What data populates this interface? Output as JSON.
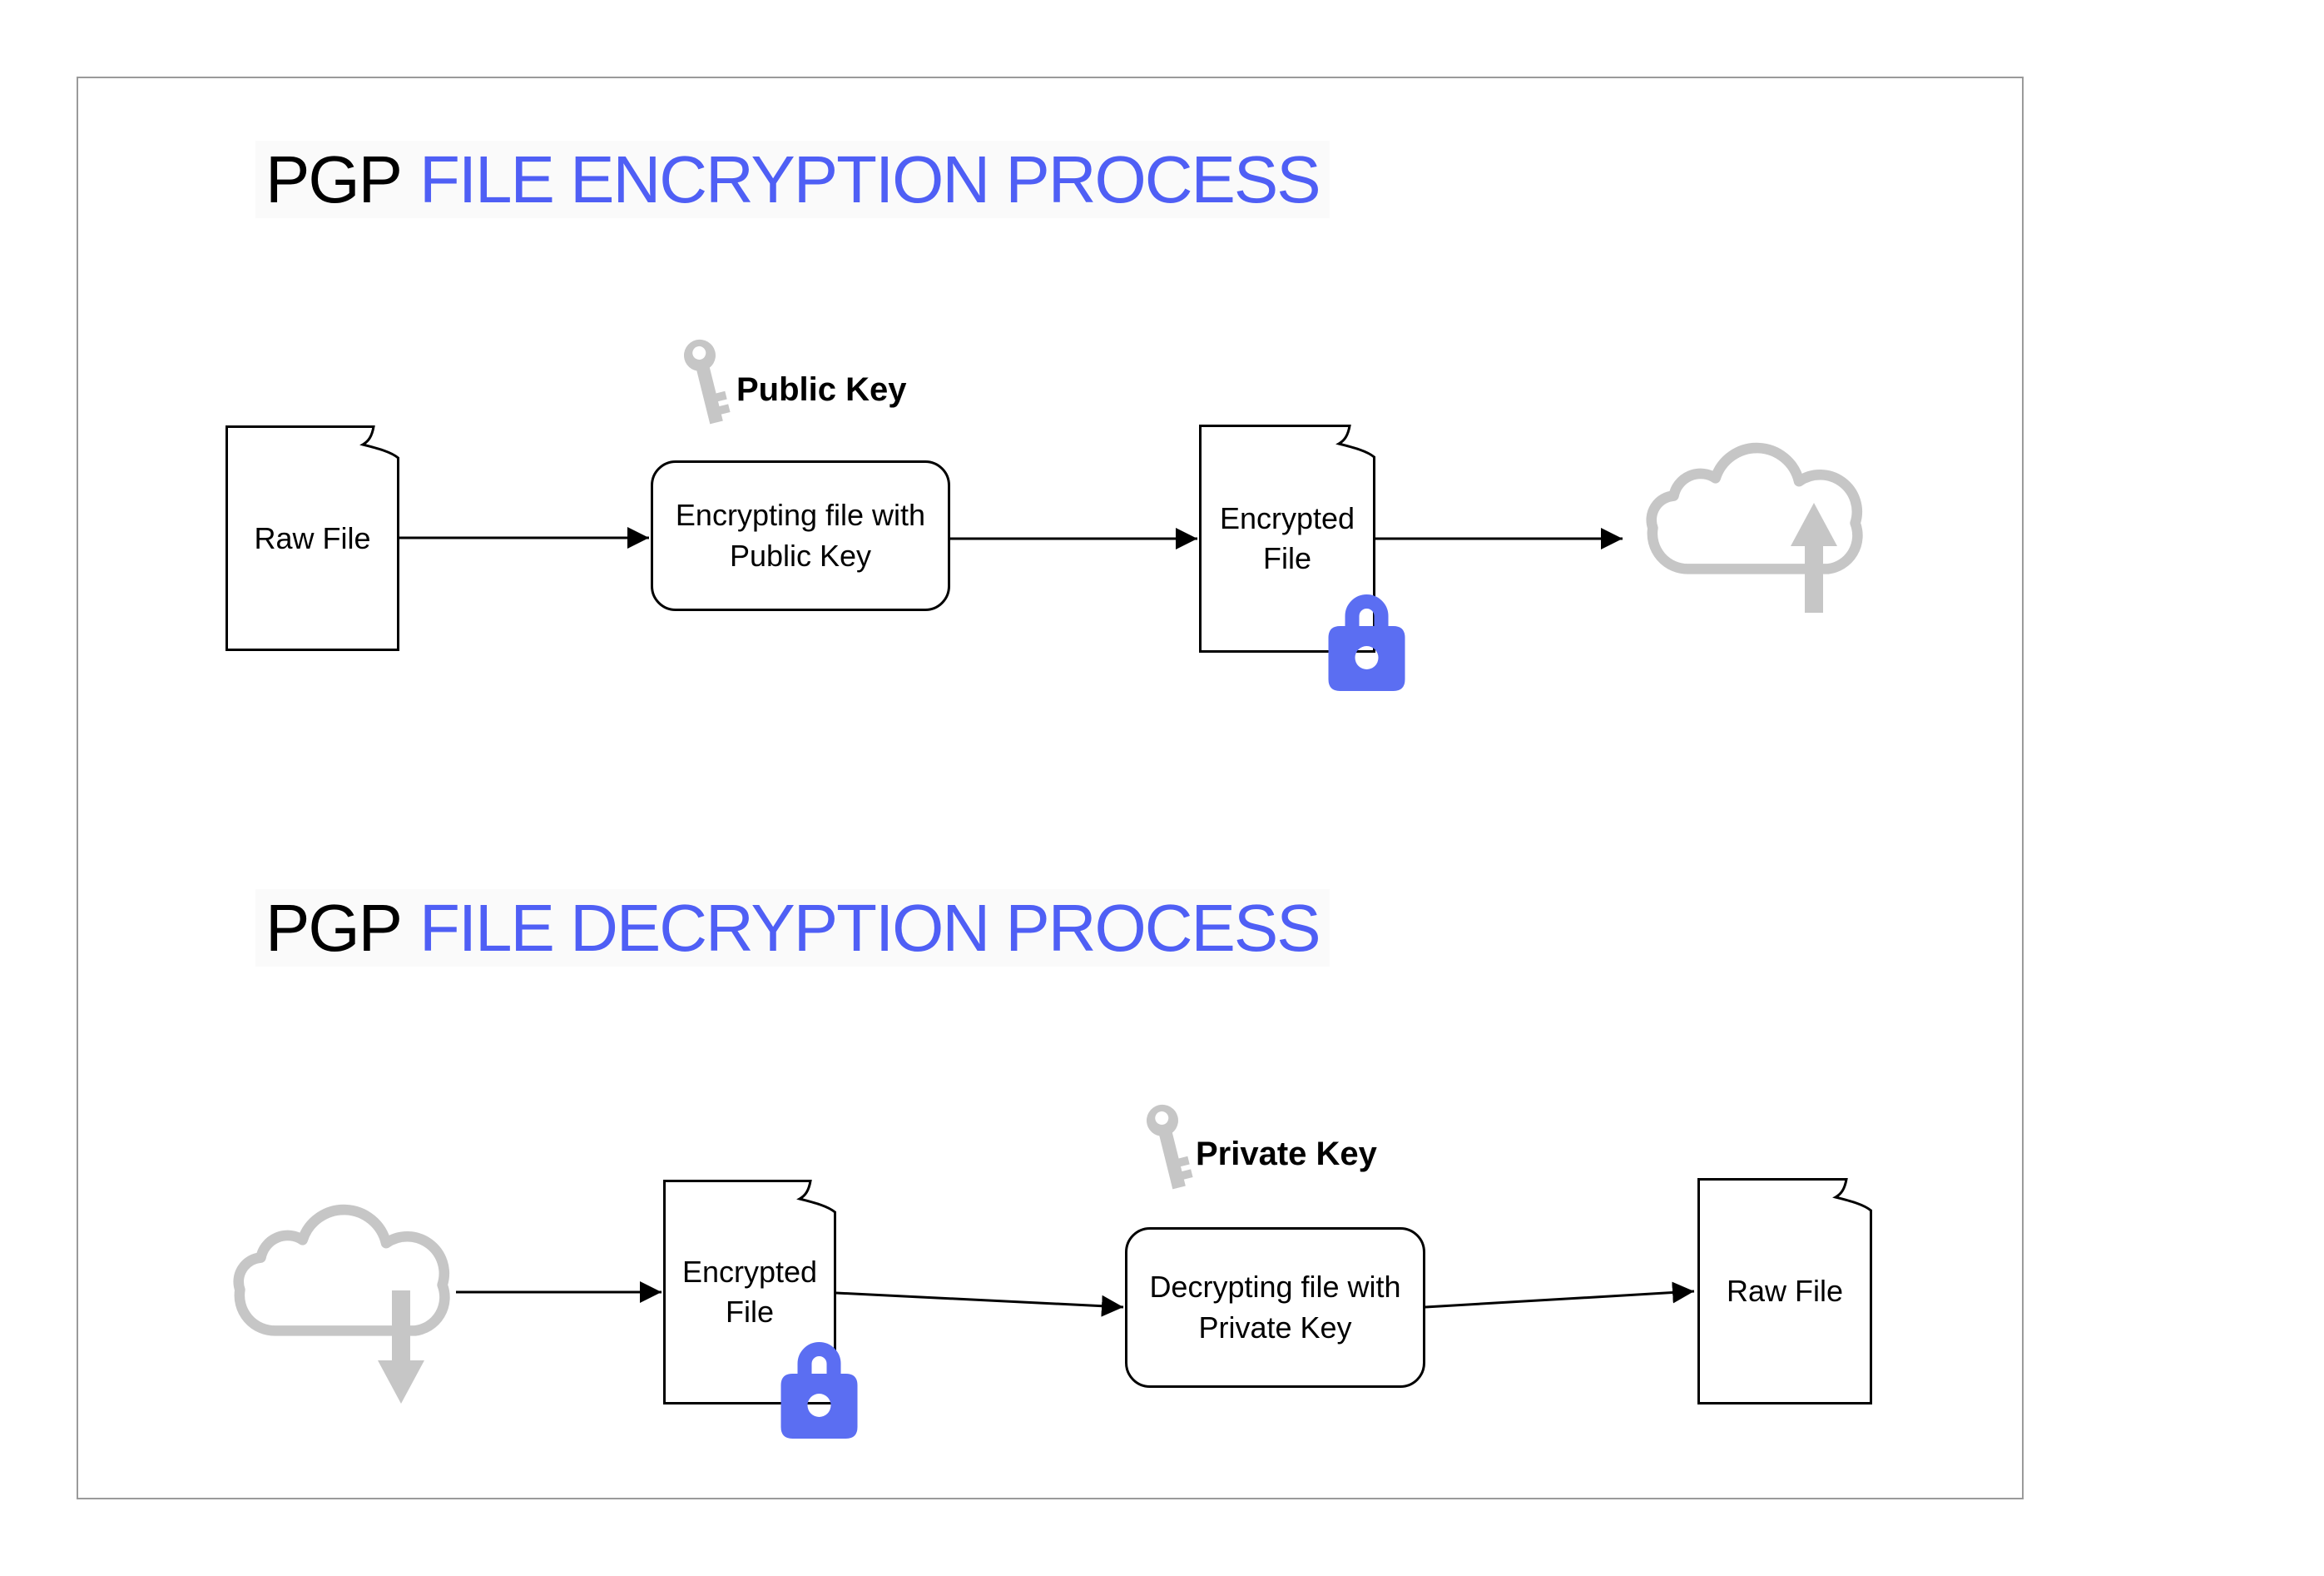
{
  "colors": {
    "title_blue": "#4f5ff5",
    "lock_blue": "#5b6ef2",
    "icon_gray": "#c6c6c6",
    "frame_border": "#9a9a9a",
    "title_band_bg": "#fafafa"
  },
  "encryption": {
    "title_black": "PGP",
    "title_blue": "FILE ENCRYPTION PROCESS",
    "key_label": "Public Key",
    "raw_file": "Raw File",
    "encrypt_line1": "Encrypting file with",
    "encrypt_line2": "Public Key",
    "encrypted_line1": "Encrypted",
    "encrypted_line2": "File"
  },
  "decryption": {
    "title_black": "PGP",
    "title_blue": "FILE DECRYPTION PROCESS",
    "key_label": "Private Key",
    "encrypted_line1": "Encrypted",
    "encrypted_line2": "File",
    "decrypt_line1": "Decrypting file with",
    "decrypt_line2": "Private Key",
    "raw_file": "Raw File"
  }
}
